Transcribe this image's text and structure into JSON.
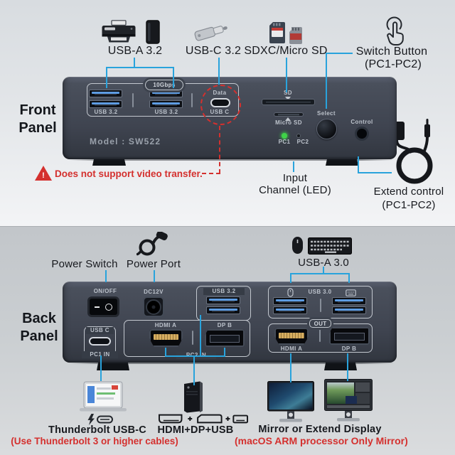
{
  "colors": {
    "callout_blue": "#29a3dc",
    "warning_red": "#d4302e",
    "device_body": "#3f4450",
    "led_green": "#3fd348"
  },
  "front": {
    "section_label": [
      "Front",
      "Panel"
    ],
    "peripheral_labels": {
      "usb_a": "USB-A 3.2",
      "usb_c": "USB-C 3.2",
      "sd": "SDXC/Micro SD",
      "switch_button": [
        "Switch Button",
        "(PC1-PC2)"
      ]
    },
    "icons": [
      "printer-icon",
      "hard-drive-icon",
      "usb-flash-icon",
      "sd-card-icon",
      "micro-sd-card-icon",
      "tap-hand-icon"
    ],
    "device": {
      "model": "Model : SW522",
      "speed_badge": "10Gbps",
      "usb_port_labels": [
        "USB 3.2",
        "USB 3.2"
      ],
      "usbc_data_label": "Data",
      "usbc_port_label": "USB C",
      "sd_slot_label": "SD",
      "micro_sd_slot_label": "Micro SD",
      "led_labels": [
        "PC1",
        "PC2"
      ],
      "select_button_label": "Select",
      "control_jack_label": "Control"
    },
    "warning": "Does not support video transfer.",
    "input_channel_label": [
      "Input",
      "Channel (LED)"
    ],
    "extend_control_label": [
      "Extend control",
      "(PC1-PC2)"
    ]
  },
  "back": {
    "section_label": [
      "Back",
      "Panel"
    ],
    "peripheral_labels": {
      "power_switch": "Power Switch",
      "power_port": "Power Port",
      "usb_a": "USB-A 3.0"
    },
    "icons": [
      "power-cable-icon",
      "mouse-icon",
      "keyboard-icon"
    ],
    "device": {
      "power_switch_label": "ON/OFF",
      "dc_jack_label": "DC12V",
      "usb32_label": "USB 3.2",
      "usbc_label": "USB C",
      "pc1_in_label": "PC1 IN",
      "hdmi_in_label": "HDMI A",
      "dp_in_label": "DP B",
      "pc2_in_label": "PC2 IN",
      "usb30_label": "USB 3.0",
      "out_label": "OUT",
      "hdmi_out_label": "HDMI A",
      "dp_out_label": "DP B"
    },
    "bottom_labels": {
      "thunderbolt": "Thunderbolt USB-C",
      "thunderbolt_note": "(Use Thunderbolt 3 or higher cables)",
      "source2": "HDMI+DP+USB",
      "display": "Mirror or Extend Display",
      "display_note": "(macOS ARM processor Only Mirror)"
    },
    "bottom_icons": [
      "laptop-icon",
      "thunderbolt-usbc-icon",
      "tower-pc-icon",
      "hdmi-dp-usb-connectors-icon",
      "monitor-game-icon",
      "monitor-photo-icon"
    ]
  }
}
